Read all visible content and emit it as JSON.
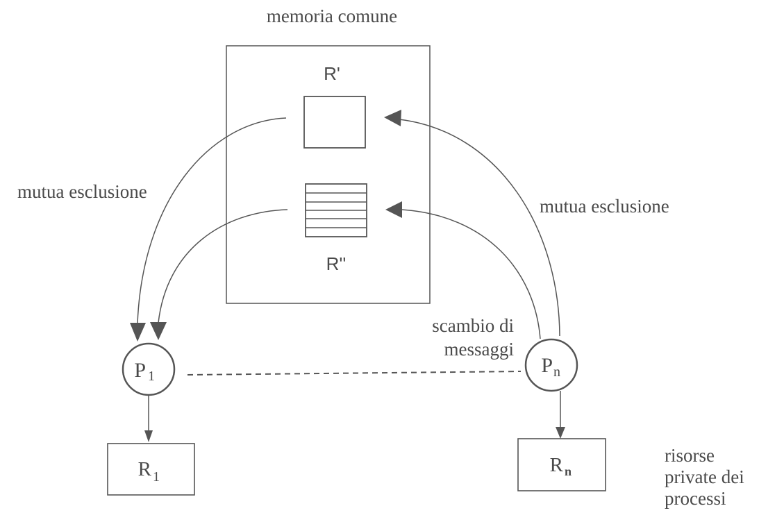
{
  "diagram": {
    "shared_memory": {
      "label": "memoria comune",
      "resources": [
        {
          "id": "r-prime",
          "label": "R'",
          "kind": "single-cell"
        },
        {
          "id": "r-double-prime",
          "label": "R''",
          "kind": "queue",
          "rows": 7
        }
      ]
    },
    "processes": [
      {
        "id": "p1",
        "main": "P",
        "sub": "1"
      },
      {
        "id": "pn",
        "main": "P",
        "sub": "n"
      }
    ],
    "private_resources": [
      {
        "id": "r1",
        "main": "R",
        "sub": "1"
      },
      {
        "id": "rn",
        "main": "R",
        "sub": "n"
      }
    ],
    "labels": {
      "mutex_left": "mutua esclusione",
      "mutex_right": "mutua esclusione",
      "message_line1": "scambio di",
      "message_line2": "messaggi",
      "private_line1": "risorse",
      "private_line2": "private dei",
      "private_line3": "processi"
    },
    "edges": [
      {
        "from": "r-prime",
        "to": "p1",
        "type": "arrow",
        "meaning": "mutua esclusione"
      },
      {
        "from": "r-double-prime",
        "to": "p1",
        "type": "arrow",
        "meaning": "mutua esclusione"
      },
      {
        "from": "pn",
        "to": "r-prime",
        "type": "arrow",
        "meaning": "mutua esclusione"
      },
      {
        "from": "pn",
        "to": "r-double-prime",
        "type": "arrow",
        "meaning": "mutua esclusione"
      },
      {
        "from": "p1",
        "to": "pn",
        "type": "dashed",
        "meaning": "scambio di messaggi"
      },
      {
        "from": "p1",
        "to": "r1",
        "type": "arrow"
      },
      {
        "from": "pn",
        "to": "rn",
        "type": "arrow"
      }
    ]
  }
}
